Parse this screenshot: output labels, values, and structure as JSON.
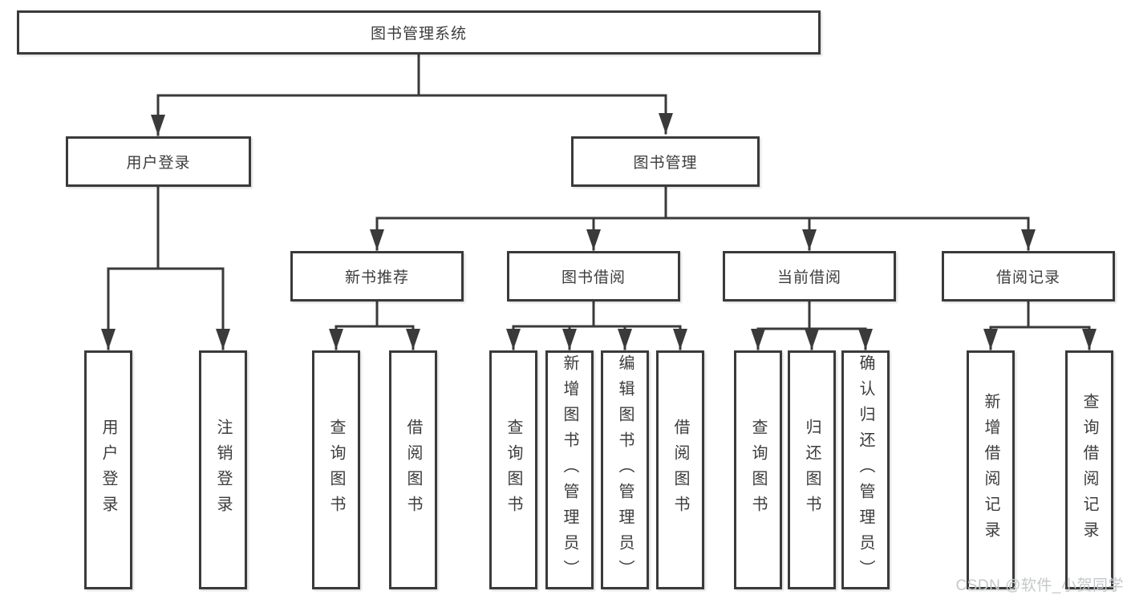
{
  "tree": {
    "root": {
      "label": "图书管理系统",
      "children": [
        {
          "label": "用户登录",
          "children": [
            {
              "label": "用户登录"
            },
            {
              "label": "注销登录"
            }
          ]
        },
        {
          "label": "图书管理",
          "children": [
            {
              "label": "新书推荐",
              "children": [
                {
                  "label": "查询图书"
                },
                {
                  "label": "借阅图书"
                }
              ]
            },
            {
              "label": "图书借阅",
              "children": [
                {
                  "label": "查询图书"
                },
                {
                  "label": "新增图书（管理员）"
                },
                {
                  "label": "编辑图书（管理员）"
                },
                {
                  "label": "借阅图书"
                }
              ]
            },
            {
              "label": "当前借阅",
              "children": [
                {
                  "label": "查询图书"
                },
                {
                  "label": "归还图书"
                },
                {
                  "label": "确认归还（管理员）"
                }
              ]
            },
            {
              "label": "借阅记录",
              "children": [
                {
                  "label": "新增借阅记录"
                },
                {
                  "label": "查询借阅记录"
                }
              ]
            }
          ]
        }
      ]
    }
  },
  "watermark": {
    "text": "CSDN @软件_小贺同学"
  },
  "colors": {
    "line": "#3a3a3a",
    "text": "#3c3c3c",
    "box_fill": "#ffffff",
    "watermark_gray": "#c5c7c9",
    "background": "#ffffff"
  }
}
